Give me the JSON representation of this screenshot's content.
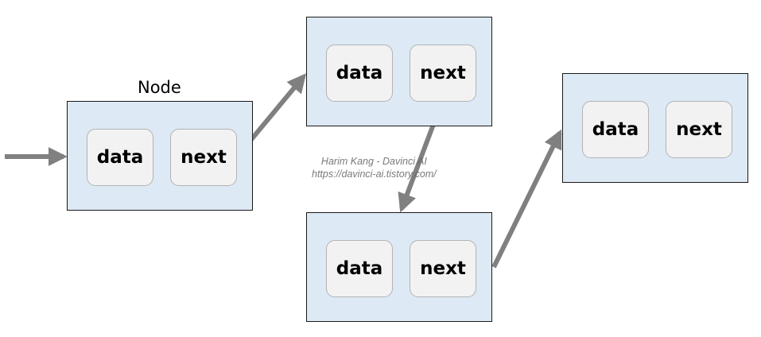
{
  "diagram": {
    "node_label": "Node",
    "cell_labels": {
      "data": "data",
      "next": "next"
    },
    "nodes": [
      {
        "id": "node-1"
      },
      {
        "id": "node-2"
      },
      {
        "id": "node-3"
      },
      {
        "id": "node-4"
      }
    ],
    "links": [
      {
        "from": "head",
        "to": "node-1"
      },
      {
        "from": "node-1",
        "to": "node-2"
      },
      {
        "from": "node-2",
        "to": "node-3"
      },
      {
        "from": "node-3",
        "to": "node-4"
      }
    ],
    "colors": {
      "node_fill": "#dde9f5",
      "node_border": "#1a1a1a",
      "cell_fill": "#f2f2f2",
      "cell_border": "#b3b3b3",
      "arrow": "#808080"
    }
  },
  "watermark": {
    "line1": "Harim Kang - Davinci AI",
    "line2": "https://davinci-ai.tistory.com/"
  }
}
